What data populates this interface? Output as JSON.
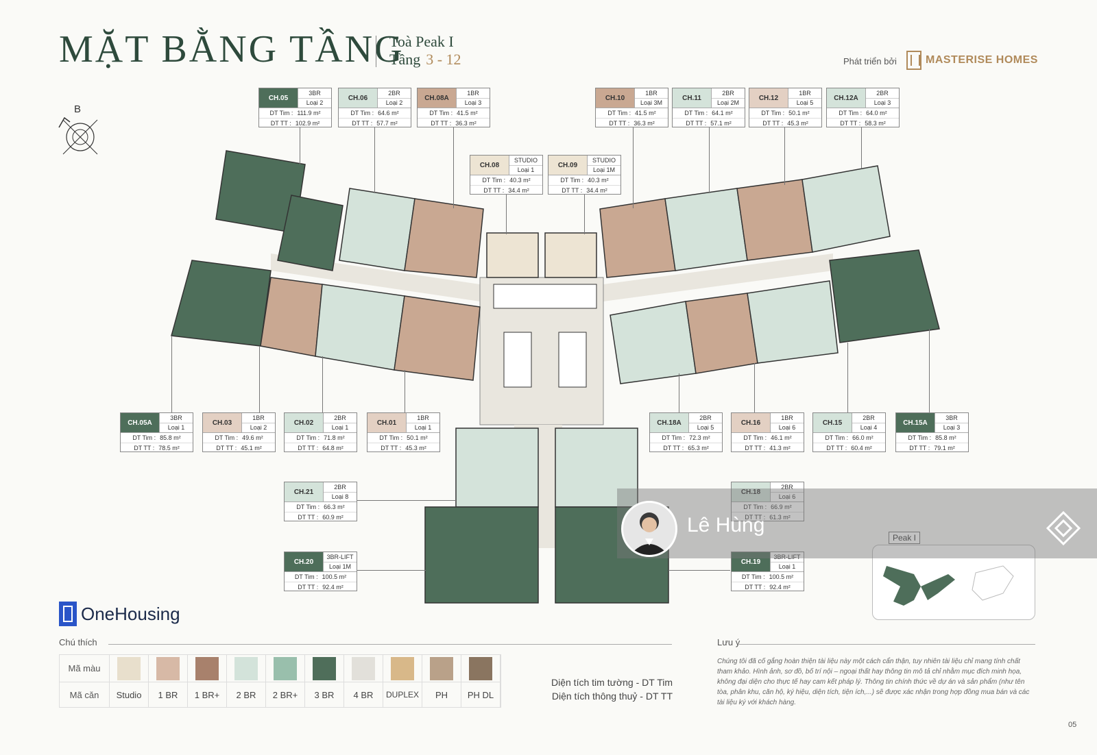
{
  "header": {
    "title": "MẶT BẰNG TẦNG",
    "building": "Toà Peak I",
    "floor_label": "Tầng",
    "floor_range": "3 - 12",
    "developed_by": "Phát triển bởi",
    "developer": "MASTERISE HOMES"
  },
  "compass": {
    "letter": "B"
  },
  "units": [
    {
      "code": "CH.05",
      "br": "3BR",
      "type": "Loại 2",
      "tim": "111.9 m²",
      "tt": "102.9 m²",
      "color": "#4e6e5a"
    },
    {
      "code": "CH.06",
      "br": "2BR",
      "type": "Loại 2",
      "tim": "64.6 m²",
      "tt": "57.7 m²",
      "color": "#d4e3da"
    },
    {
      "code": "CH.08A",
      "br": "1BR",
      "type": "Loại 3",
      "tim": "41.5 m²",
      "tt": "36.3 m²",
      "color": "#c9a892"
    },
    {
      "code": "CH.10",
      "br": "1BR",
      "type": "Loại 3M",
      "tim": "41.5 m²",
      "tt": "36.3 m²",
      "color": "#c9a892"
    },
    {
      "code": "CH.11",
      "br": "2BR",
      "type": "Loại 2M",
      "tim": "64.1 m²",
      "tt": "57.1 m²",
      "color": "#d4e3da"
    },
    {
      "code": "CH.12",
      "br": "1BR",
      "type": "Loại 5",
      "tim": "50.1 m²",
      "tt": "45.3 m²",
      "color": "#e3d0c3"
    },
    {
      "code": "CH.12A",
      "br": "2BR",
      "type": "Loại 3",
      "tim": "64.0 m²",
      "tt": "58.3 m²",
      "color": "#d4e3da"
    },
    {
      "code": "CH.08",
      "br": "STUDIO",
      "type": "Loại 1",
      "tim": "40.3 m²",
      "tt": "34.4 m²",
      "color": "#ede4d3"
    },
    {
      "code": "CH.09",
      "br": "STUDIO",
      "type": "Loại 1M",
      "tim": "40.3 m²",
      "tt": "34.4 m²",
      "color": "#ede4d3"
    },
    {
      "code": "CH.05A",
      "br": "3BR",
      "type": "Loại 1",
      "tim": "85.8 m²",
      "tt": "78.5 m²",
      "color": "#4e6e5a"
    },
    {
      "code": "CH.03",
      "br": "1BR",
      "type": "Loại 2",
      "tim": "49.6 m²",
      "tt": "45.1 m²",
      "color": "#e3d0c3"
    },
    {
      "code": "CH.02",
      "br": "2BR",
      "type": "Loại 1",
      "tim": "71.8 m²",
      "tt": "64.8 m²",
      "color": "#d4e3da"
    },
    {
      "code": "CH.01",
      "br": "1BR",
      "type": "Loại 1",
      "tim": "50.1 m²",
      "tt": "45.3 m²",
      "color": "#e3d0c3"
    },
    {
      "code": "CH.18A",
      "br": "2BR",
      "type": "Loại 5",
      "tim": "72.3 m²",
      "tt": "65.3 m²",
      "color": "#d4e3da"
    },
    {
      "code": "CH.16",
      "br": "1BR",
      "type": "Loại 6",
      "tim": "46.1 m²",
      "tt": "41.3 m²",
      "color": "#e3d0c3"
    },
    {
      "code": "CH.15",
      "br": "2BR",
      "type": "Loại 4",
      "tim": "66.0 m²",
      "tt": "60.4 m²",
      "color": "#d4e3da"
    },
    {
      "code": "CH.15A",
      "br": "3BR",
      "type": "Loại 3",
      "tim": "85.8 m²",
      "tt": "79.1 m²",
      "color": "#4e6e5a"
    },
    {
      "code": "CH.21",
      "br": "2BR",
      "type": "Loại 8",
      "tim": "66.3 m²",
      "tt": "60.9 m²",
      "color": "#d4e3da"
    },
    {
      "code": "CH.18",
      "br": "2BR",
      "type": "Loại 6",
      "tim": "66.9 m²",
      "tt": "61.3 m²",
      "color": "#d4e3da"
    },
    {
      "code": "CH.20",
      "br": "3BR-LIFT",
      "type": "Loại 1M",
      "tim": "100.5 m²",
      "tt": "92.4 m²",
      "color": "#4e6e5a"
    },
    {
      "code": "CH.19",
      "br": "3BR-LIFT",
      "type": "Loại 1",
      "tim": "100.5 m²",
      "tt": "92.4 m²",
      "color": "#4e6e5a"
    }
  ],
  "labels": {
    "tim": "DT Tim :",
    "tt": "DT TT :"
  },
  "mini_map": {
    "label": "Peak I"
  },
  "logo": {
    "text": "OneHousing"
  },
  "legend": {
    "title": "Chú thích",
    "row1_label": "Mã màu",
    "row2_label": "Mã căn",
    "items": [
      {
        "name": "Studio",
        "color": "#e8dfcc"
      },
      {
        "name": "1 BR",
        "color": "#d7b9a6"
      },
      {
        "name": "1 BR+",
        "color": "#a8816c"
      },
      {
        "name": "2 BR",
        "color": "#d3e3da"
      },
      {
        "name": "2 BR+",
        "color": "#99bfac"
      },
      {
        "name": "3 BR",
        "color": "#4f6e5a"
      },
      {
        "name": "4 BR",
        "color": "#e2e0da"
      },
      {
        "name": "DUPLEX",
        "color": "#d8b889"
      },
      {
        "name": "PH",
        "color": "#b9a189"
      },
      {
        "name": "PH DL",
        "color": "#8a7560"
      }
    ]
  },
  "area_notes": {
    "line1": "Diện tích tim tường - DT Tim",
    "line2": "Diện tích thông thuỷ - DT TT"
  },
  "note": {
    "title": "Lưu ý",
    "text": "Chúng tôi đã cố gắng hoàn thiện tài liệu này một cách cẩn thận, tuy nhiên tài liệu chỉ mang tính chất tham khảo. Hình ảnh, sơ đồ, bố trí nội – ngoại thất hay thông tin mô tả chỉ nhằm mục đích minh họa, không đại diện cho thực tế hay cam kết pháp lý. Thông tin chính thức về dự án và sản phẩm (như tên tòa, phân khu, căn hộ, ký hiệu, diện tích, tiện ích,...) sẽ được xác nhận trong hợp đồng mua bán và các tài liệu ký với khách hàng."
  },
  "page_number": "05",
  "watermark": {
    "name": "Lê Hùng"
  }
}
